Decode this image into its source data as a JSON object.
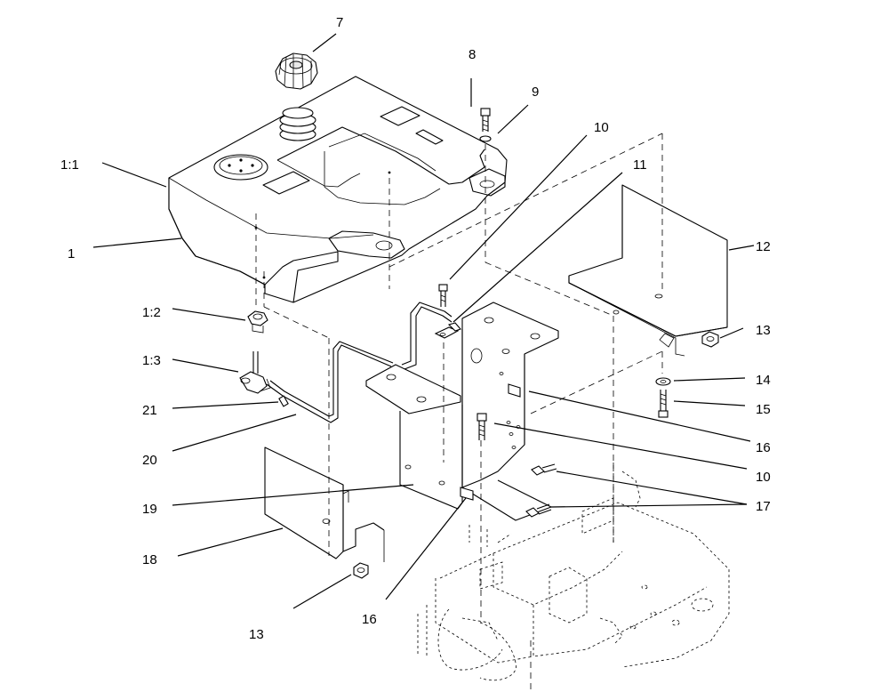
{
  "callouts": [
    {
      "id": "c-7",
      "text": "7"
    },
    {
      "id": "c-8",
      "text": "8"
    },
    {
      "id": "c-9",
      "text": "9"
    },
    {
      "id": "c-10a",
      "text": "10"
    },
    {
      "id": "c-11",
      "text": "11"
    },
    {
      "id": "c-1-1",
      "text": "1:1"
    },
    {
      "id": "c-12",
      "text": "12"
    },
    {
      "id": "c-1",
      "text": "1"
    },
    {
      "id": "c-1-2",
      "text": "1:2"
    },
    {
      "id": "c-13a",
      "text": "13"
    },
    {
      "id": "c-1-3",
      "text": "1:3"
    },
    {
      "id": "c-14",
      "text": "14"
    },
    {
      "id": "c-21",
      "text": "21"
    },
    {
      "id": "c-15",
      "text": "15"
    },
    {
      "id": "c-16a",
      "text": "16"
    },
    {
      "id": "c-20",
      "text": "20"
    },
    {
      "id": "c-10b",
      "text": "10"
    },
    {
      "id": "c-19",
      "text": "19"
    },
    {
      "id": "c-17",
      "text": "17"
    },
    {
      "id": "c-18",
      "text": "18"
    },
    {
      "id": "c-13b",
      "text": "13"
    },
    {
      "id": "c-16b",
      "text": "16"
    }
  ]
}
